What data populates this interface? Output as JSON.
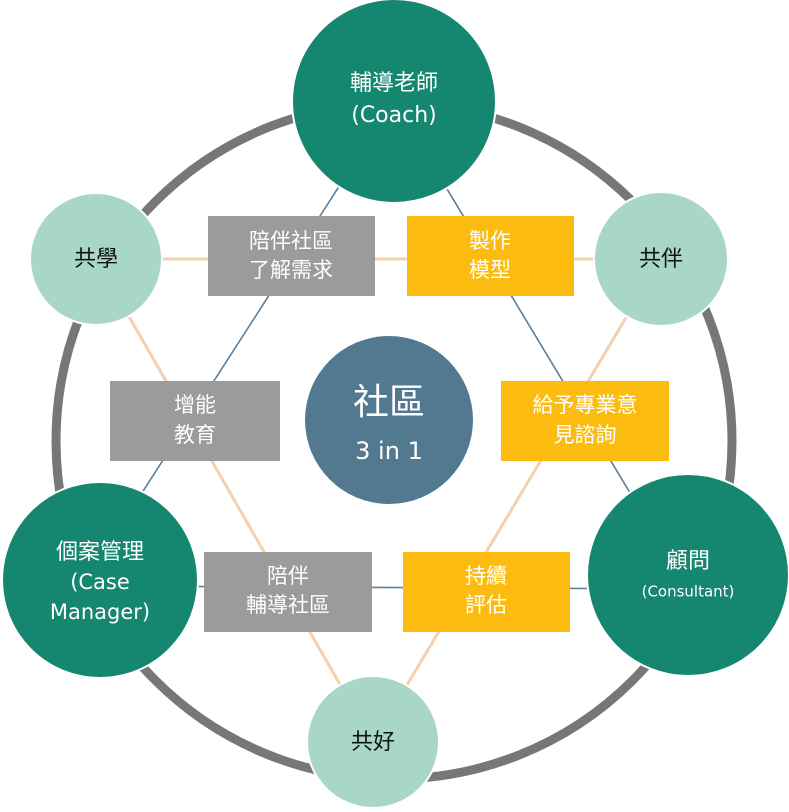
{
  "colors": {
    "big_node": "#15866f",
    "small_node": "#a8d6c7",
    "center_node": "#52798f",
    "ring": "#777777",
    "gray_label": "#9b9b9b",
    "gold_label": "#fcbc0f",
    "blue_line": "#5b7f9c",
    "tan_line": "#f3d1ac"
  },
  "center": {
    "line1": "社區",
    "line2": "3 in 1"
  },
  "coach": {
    "line1": "輔導老師",
    "line2": "(Coach)"
  },
  "consultant": {
    "line1": "顧問",
    "line2": "(Consultant)"
  },
  "case_manager": {
    "line1": "個案管理",
    "line2": "(Case",
    "line3": "Manager)"
  },
  "co_learn": "共學",
  "co_partner": "共伴",
  "co_good": "共好",
  "labels": {
    "accompany_understand": {
      "line1": "陪伴社區",
      "line2": "了解需求"
    },
    "make_model": {
      "line1": "製作",
      "line2": "模型"
    },
    "empower_educate": {
      "line1": "增能",
      "line2": "教育"
    },
    "professional_advice": {
      "line1": "給予專業意",
      "line2": "見諮詢"
    },
    "accompany_guide": {
      "line1": "陪伴",
      "line2": "輔導社區"
    },
    "continuous_eval": {
      "line1": "持續",
      "line2": "評估"
    }
  }
}
